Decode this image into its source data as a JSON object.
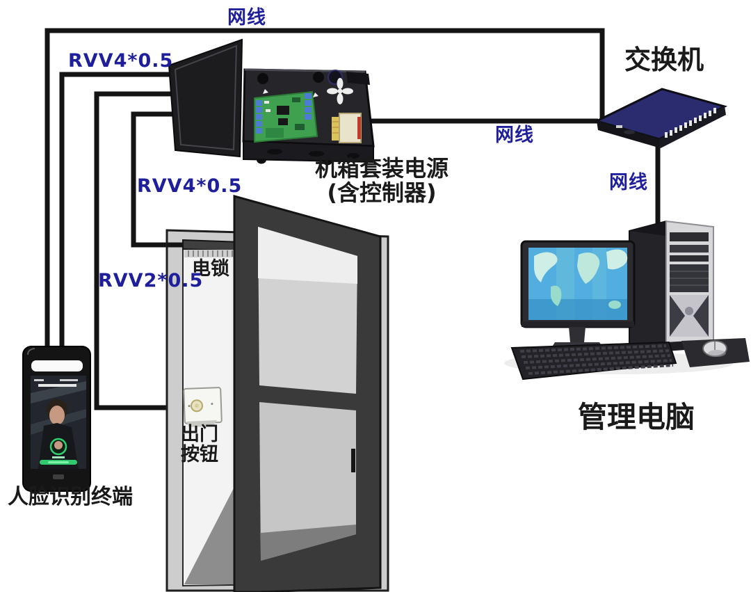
{
  "diagram": {
    "type": "access-control-wiring-diagram",
    "colors": {
      "background": "#ffffff",
      "wire": "#141414",
      "cable_label_blue": "#1f1f9c",
      "device_label_black": "#1a1a1a",
      "switch_top_navy": "#2b2b70",
      "pcb_green": "#3fa14f",
      "terminal_block_blue": "#4d7bd6",
      "monitor_map_blue": "#52aede",
      "face_terminal_green": "#2fd06e",
      "door_glass_gray": "#d2d2d2"
    },
    "cables": {
      "net_top": "网线",
      "rvv4_terminal": "RVV4*0.5",
      "rvv4_lock": "RVV4*0.5",
      "rvv2_exit_button": "RVV2*0.5",
      "net_powerbox_switch": "网线",
      "net_switch_pc": "网线"
    },
    "devices": {
      "switch": {
        "label": "交换机"
      },
      "power_box": {
        "label_line1": "机箱套装电源",
        "label_line2": "(含控制器)"
      },
      "computer": {
        "label": "管理电脑"
      },
      "face_terminal": {
        "label": "人脸识别终端"
      },
      "electric_lock": {
        "label": "电锁"
      },
      "exit_button": {
        "label_line1": "出门",
        "label_line2": "按钮"
      }
    }
  }
}
